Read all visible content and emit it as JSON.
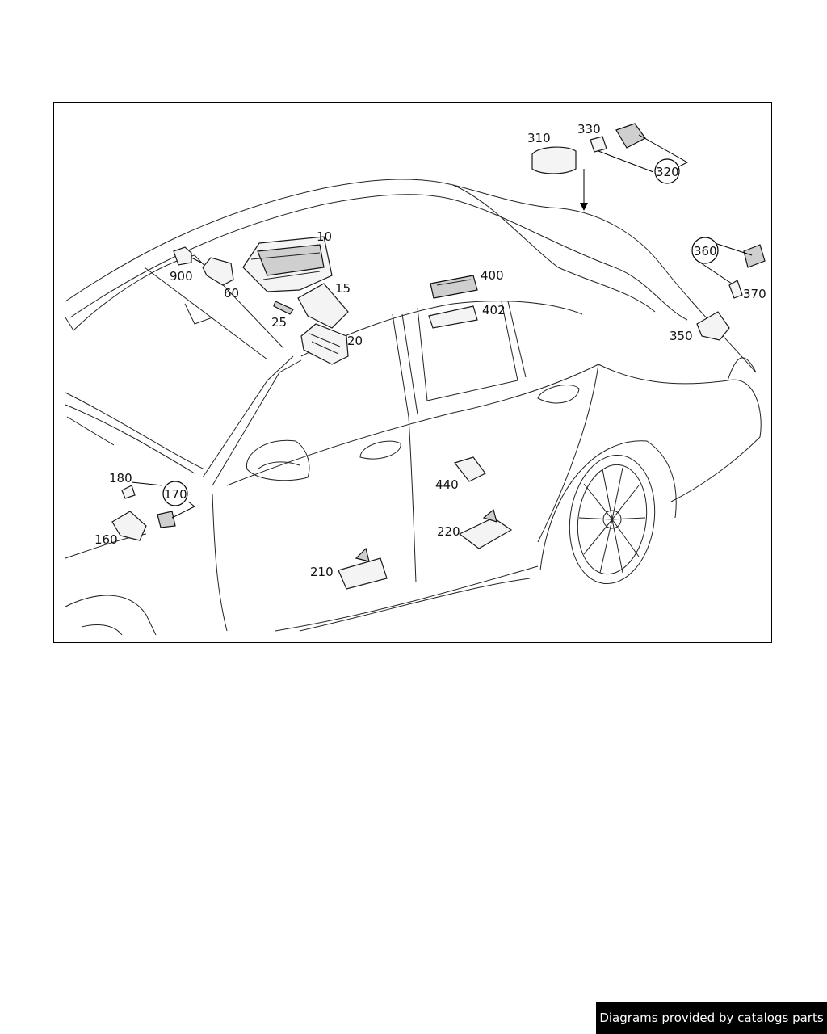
{
  "diagram": {
    "labels": [
      "10",
      "15",
      "20",
      "25",
      "60",
      "900",
      "310",
      "330",
      "320",
      "360",
      "370",
      "350",
      "400",
      "402",
      "180",
      "170",
      "160",
      "440",
      "220",
      "210"
    ]
  },
  "footer": {
    "credit": "Diagrams provided by catalogs parts"
  }
}
